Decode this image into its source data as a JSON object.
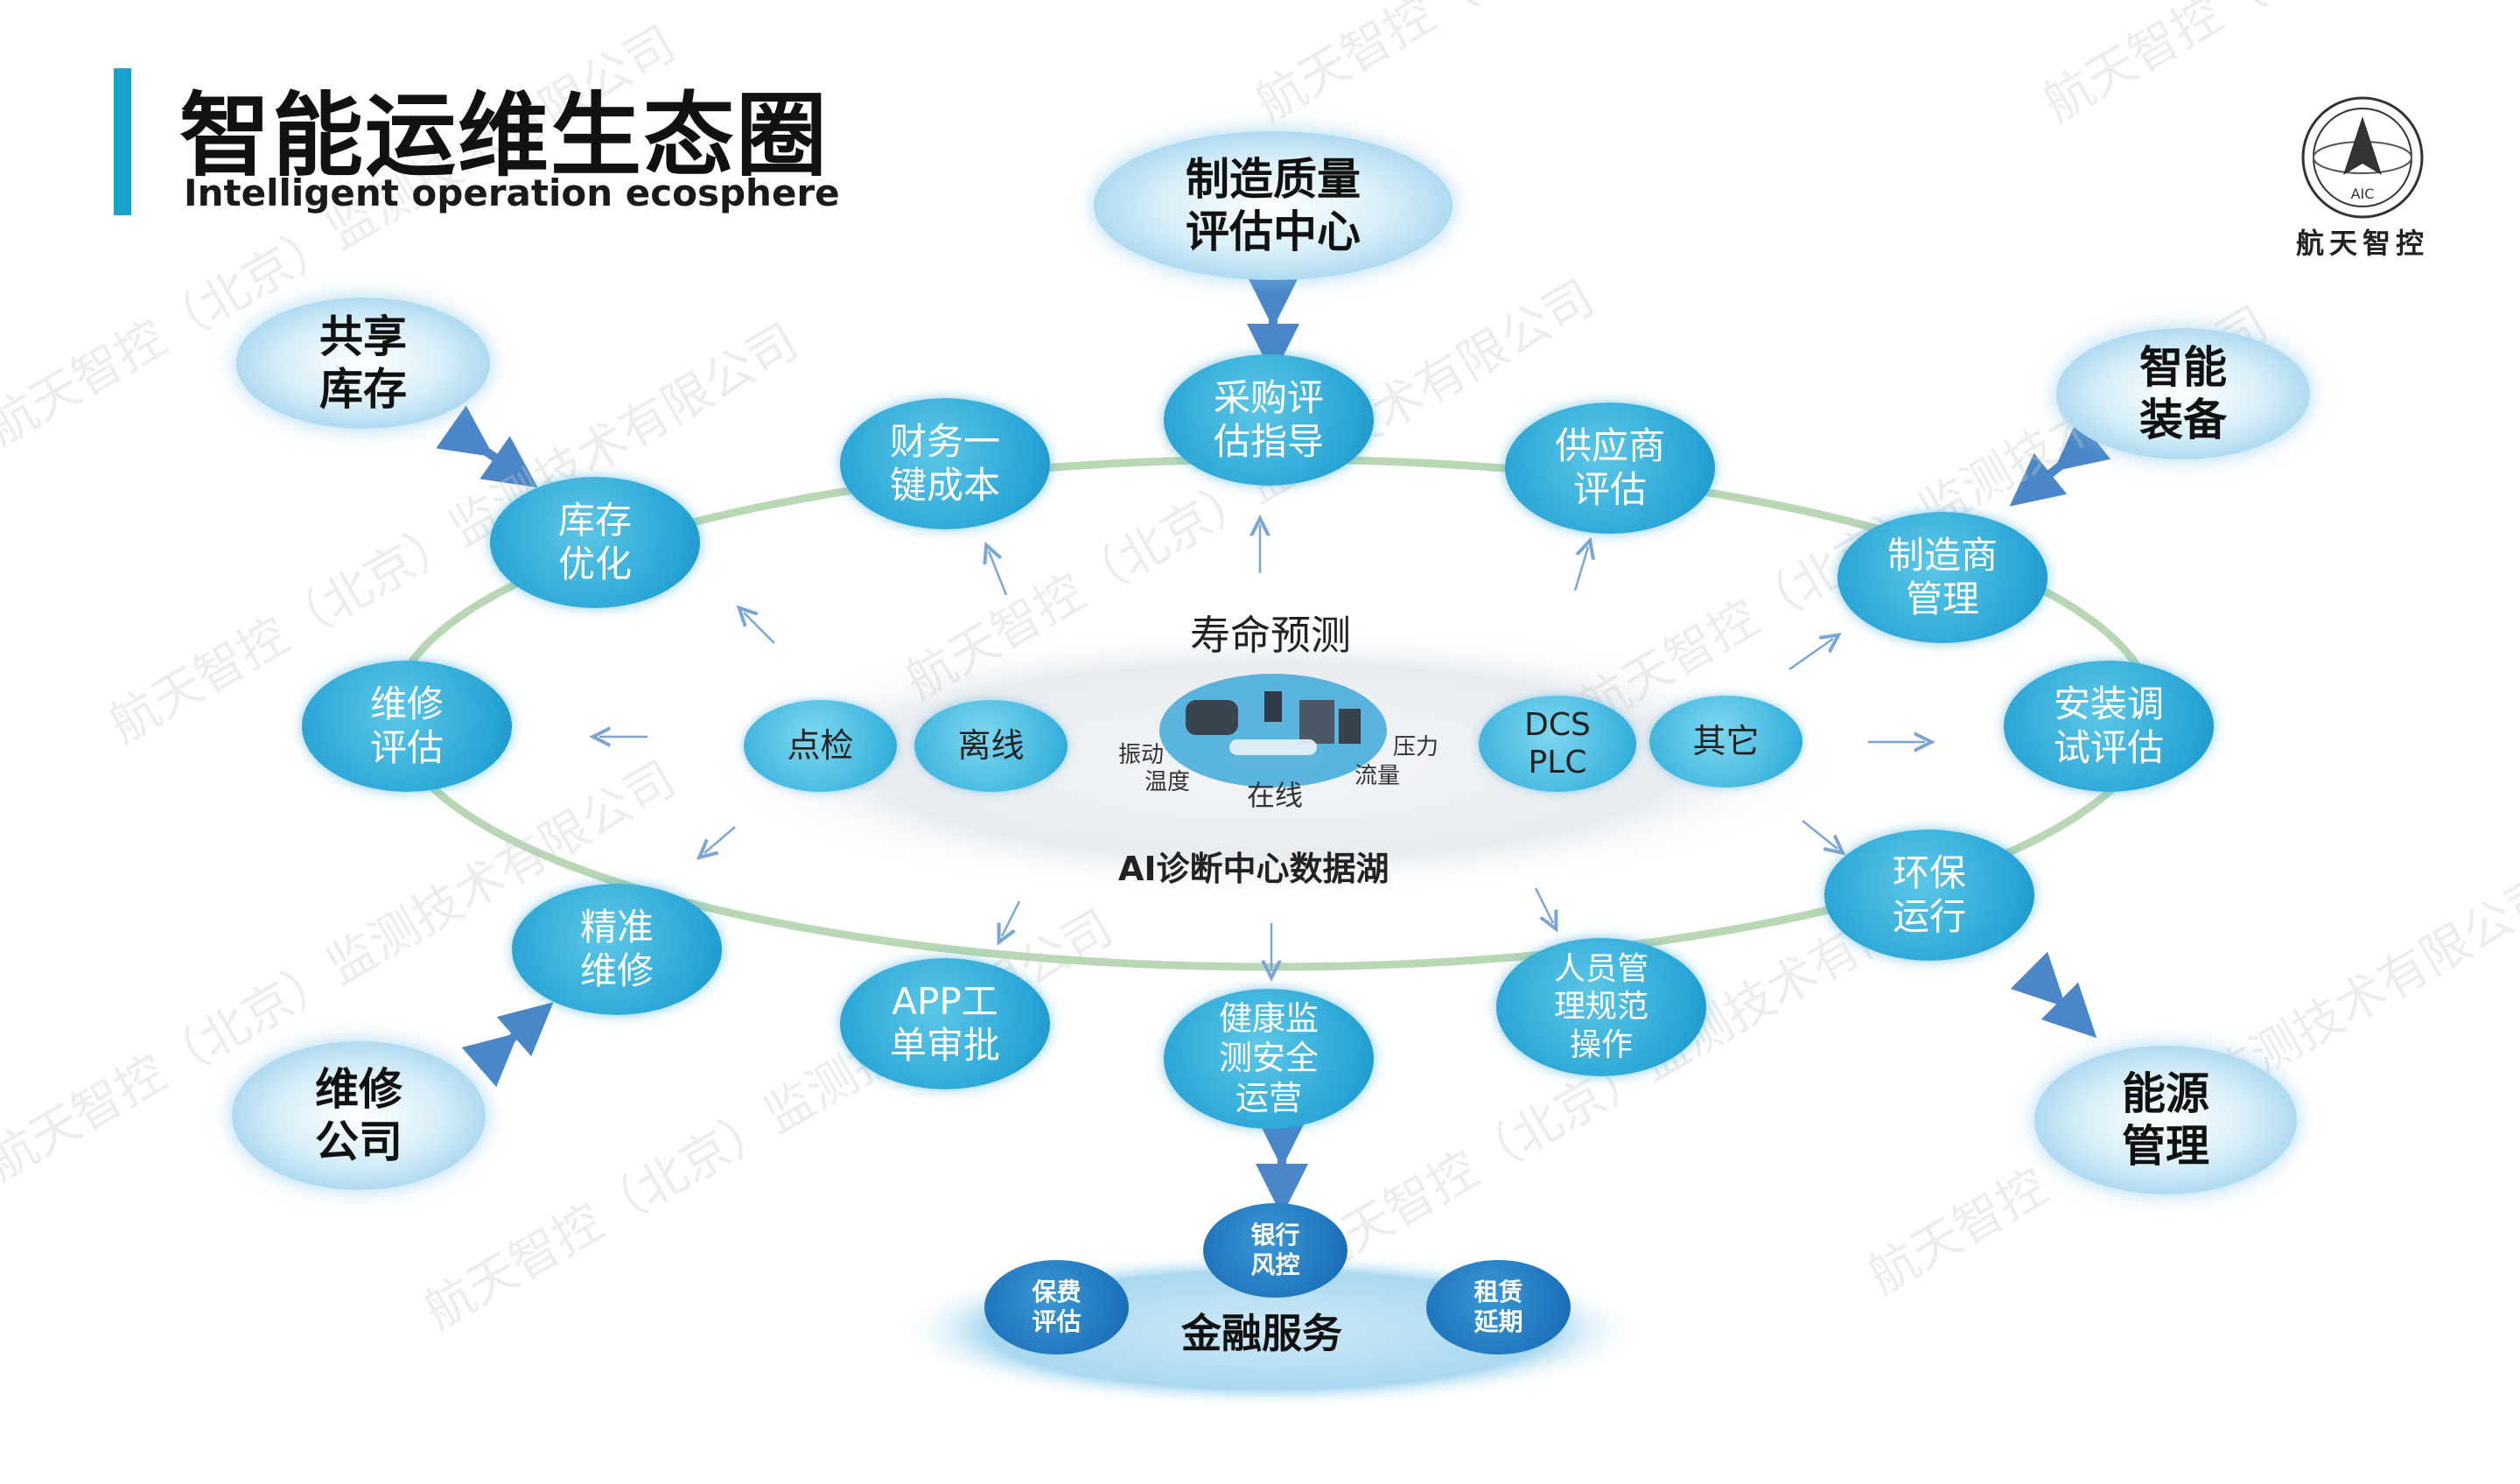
{
  "header": {
    "title_zh": "智能运维生态圈",
    "title_en": "Intelligent operation ecosphere"
  },
  "logo": {
    "name": "航天智控",
    "inner_text": "AIC"
  },
  "center": {
    "life_prediction": "寿命预测",
    "data_lake": "AI诊断中心数据湖",
    "nodes": [
      "点检",
      "离线",
      "DCS\nPLC",
      "其它"
    ],
    "online": "在线",
    "sensors": [
      "振动",
      "温度",
      "压力",
      "流量"
    ]
  },
  "ring_nodes": {
    "procurement": "采购评\n估指导",
    "supplier": "供应商\n评估",
    "manufacturer": "制造商\n管理",
    "installation": "安装调\n试评估",
    "environment": "环保\n运行",
    "personnel": "人员管\n理规范\n操作",
    "health": "健康监\n测安全\n运营",
    "app": "APP工\n单审批",
    "precision": "精准\n维修",
    "maintenance_eval": "维修\n评估",
    "inventory": "库存\n优化",
    "finance": "财务一\n键成本"
  },
  "outer_nodes": {
    "quality": "制造质量\n评估中心",
    "shared_inventory": "共享\n库存",
    "smart_equipment": "智能\n装备",
    "repair_company": "维修\n公司",
    "energy": "能源\n管理"
  },
  "finance_service": {
    "label": "金融服务",
    "items": [
      "保费\n评估",
      "银行\n风控",
      "租赁\n延期"
    ]
  },
  "watermark": "航天智控（北京）监测技术有限公司",
  "colors": {
    "accent": "#19a3c9",
    "ring_node": "#28a4d6",
    "ring_line": "#b7d6b0",
    "arrow": "#4a86c8"
  }
}
